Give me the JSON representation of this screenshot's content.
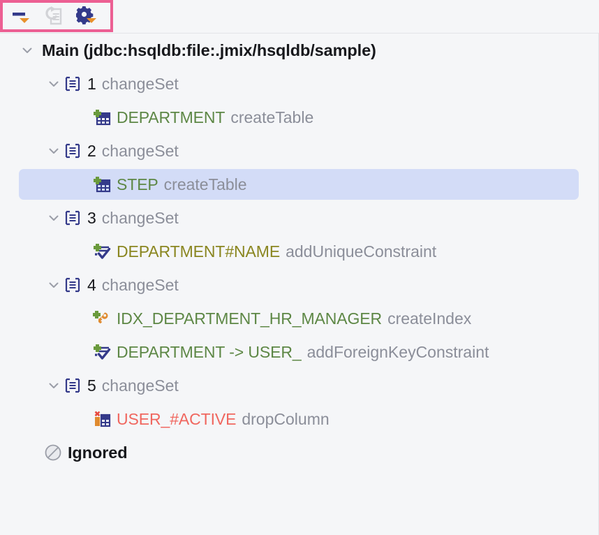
{
  "window": {
    "background_color": "#f5f6f8",
    "highlight_border_color": "#ec5f93"
  },
  "toolbar": {
    "buttons": [
      {
        "name": "collapse-all-dropdown-button",
        "icon": "minus-dropdown-icon",
        "label": "Collapse All",
        "enabled": true
      },
      {
        "name": "refresh-script-button",
        "icon": "refresh-document-icon",
        "label": "Refresh",
        "enabled": false
      },
      {
        "name": "settings-dropdown-button",
        "icon": "gear-dropdown-icon",
        "label": "Settings",
        "enabled": true
      }
    ]
  },
  "tree": {
    "root": {
      "label": "Main (jdbc:hsqldb:file:.jmix/hsqldb/sample)",
      "expanded": true
    },
    "changesets": [
      {
        "number": "1",
        "type_label": "changeSet",
        "expanded": true,
        "items": [
          {
            "icon": "create-table-icon",
            "name": "DEPARTMENT",
            "name_color": "green",
            "action": "createTable",
            "selected": false
          }
        ]
      },
      {
        "number": "2",
        "type_label": "changeSet",
        "expanded": true,
        "items": [
          {
            "icon": "create-table-icon",
            "name": "STEP",
            "name_color": "green",
            "action": "createTable",
            "selected": true
          }
        ]
      },
      {
        "number": "3",
        "type_label": "changeSet",
        "expanded": true,
        "items": [
          {
            "icon": "add-unique-constraint-icon",
            "name": "DEPARTMENT#NAME",
            "name_color": "olive",
            "action": "addUniqueConstraint",
            "selected": false
          }
        ]
      },
      {
        "number": "4",
        "type_label": "changeSet",
        "expanded": true,
        "items": [
          {
            "icon": "create-index-icon",
            "name": "IDX_DEPARTMENT_HR_MANAGER",
            "name_color": "green",
            "action": "createIndex",
            "selected": false
          },
          {
            "icon": "add-foreign-key-constraint-icon",
            "name": "DEPARTMENT -> USER_",
            "name_color": "green",
            "action": "addForeignKeyConstraint",
            "selected": false
          }
        ]
      },
      {
        "number": "5",
        "type_label": "changeSet",
        "expanded": true,
        "items": [
          {
            "icon": "drop-column-icon",
            "name": "USER_#ACTIVE",
            "name_color": "red",
            "action": "dropColumn",
            "selected": false
          }
        ]
      }
    ],
    "ignored": {
      "label": "Ignored",
      "icon": "ignored-circle-slash-icon"
    }
  },
  "colors": {
    "green": "#5d8745",
    "olive": "#8a8620",
    "red": "#f0675f",
    "muted": "#8b8e99",
    "icon_blue": "#343a8a",
    "icon_green": "#6a9a3c",
    "icon_orange": "#e08b30",
    "selection": "#d3dcf7"
  }
}
